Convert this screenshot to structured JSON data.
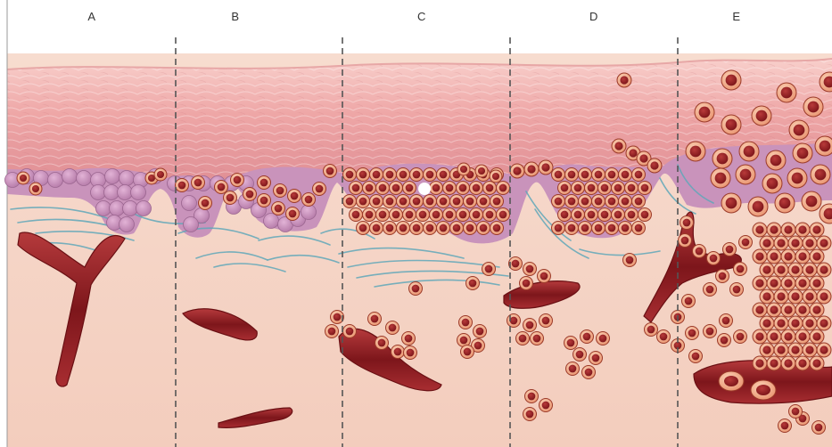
{
  "stage_labels": [
    "A",
    "B",
    "C",
    "D",
    "E"
  ],
  "colors": {
    "background": "#ffffff",
    "epidermis_top": "#f6c2bf",
    "epidermis_mid": "#e89e9f",
    "basal_layer": "#c98fb5",
    "basal_cell": "#c58ab8",
    "atypical_cell_rim": "#f3b08f",
    "atypical_cell_nucleus": "#8c1d1f",
    "dermis": "#f6d3c4",
    "vessel": "#8e1f24",
    "collagen_fiber": "#5fa7b8",
    "divider": "#555555"
  }
}
